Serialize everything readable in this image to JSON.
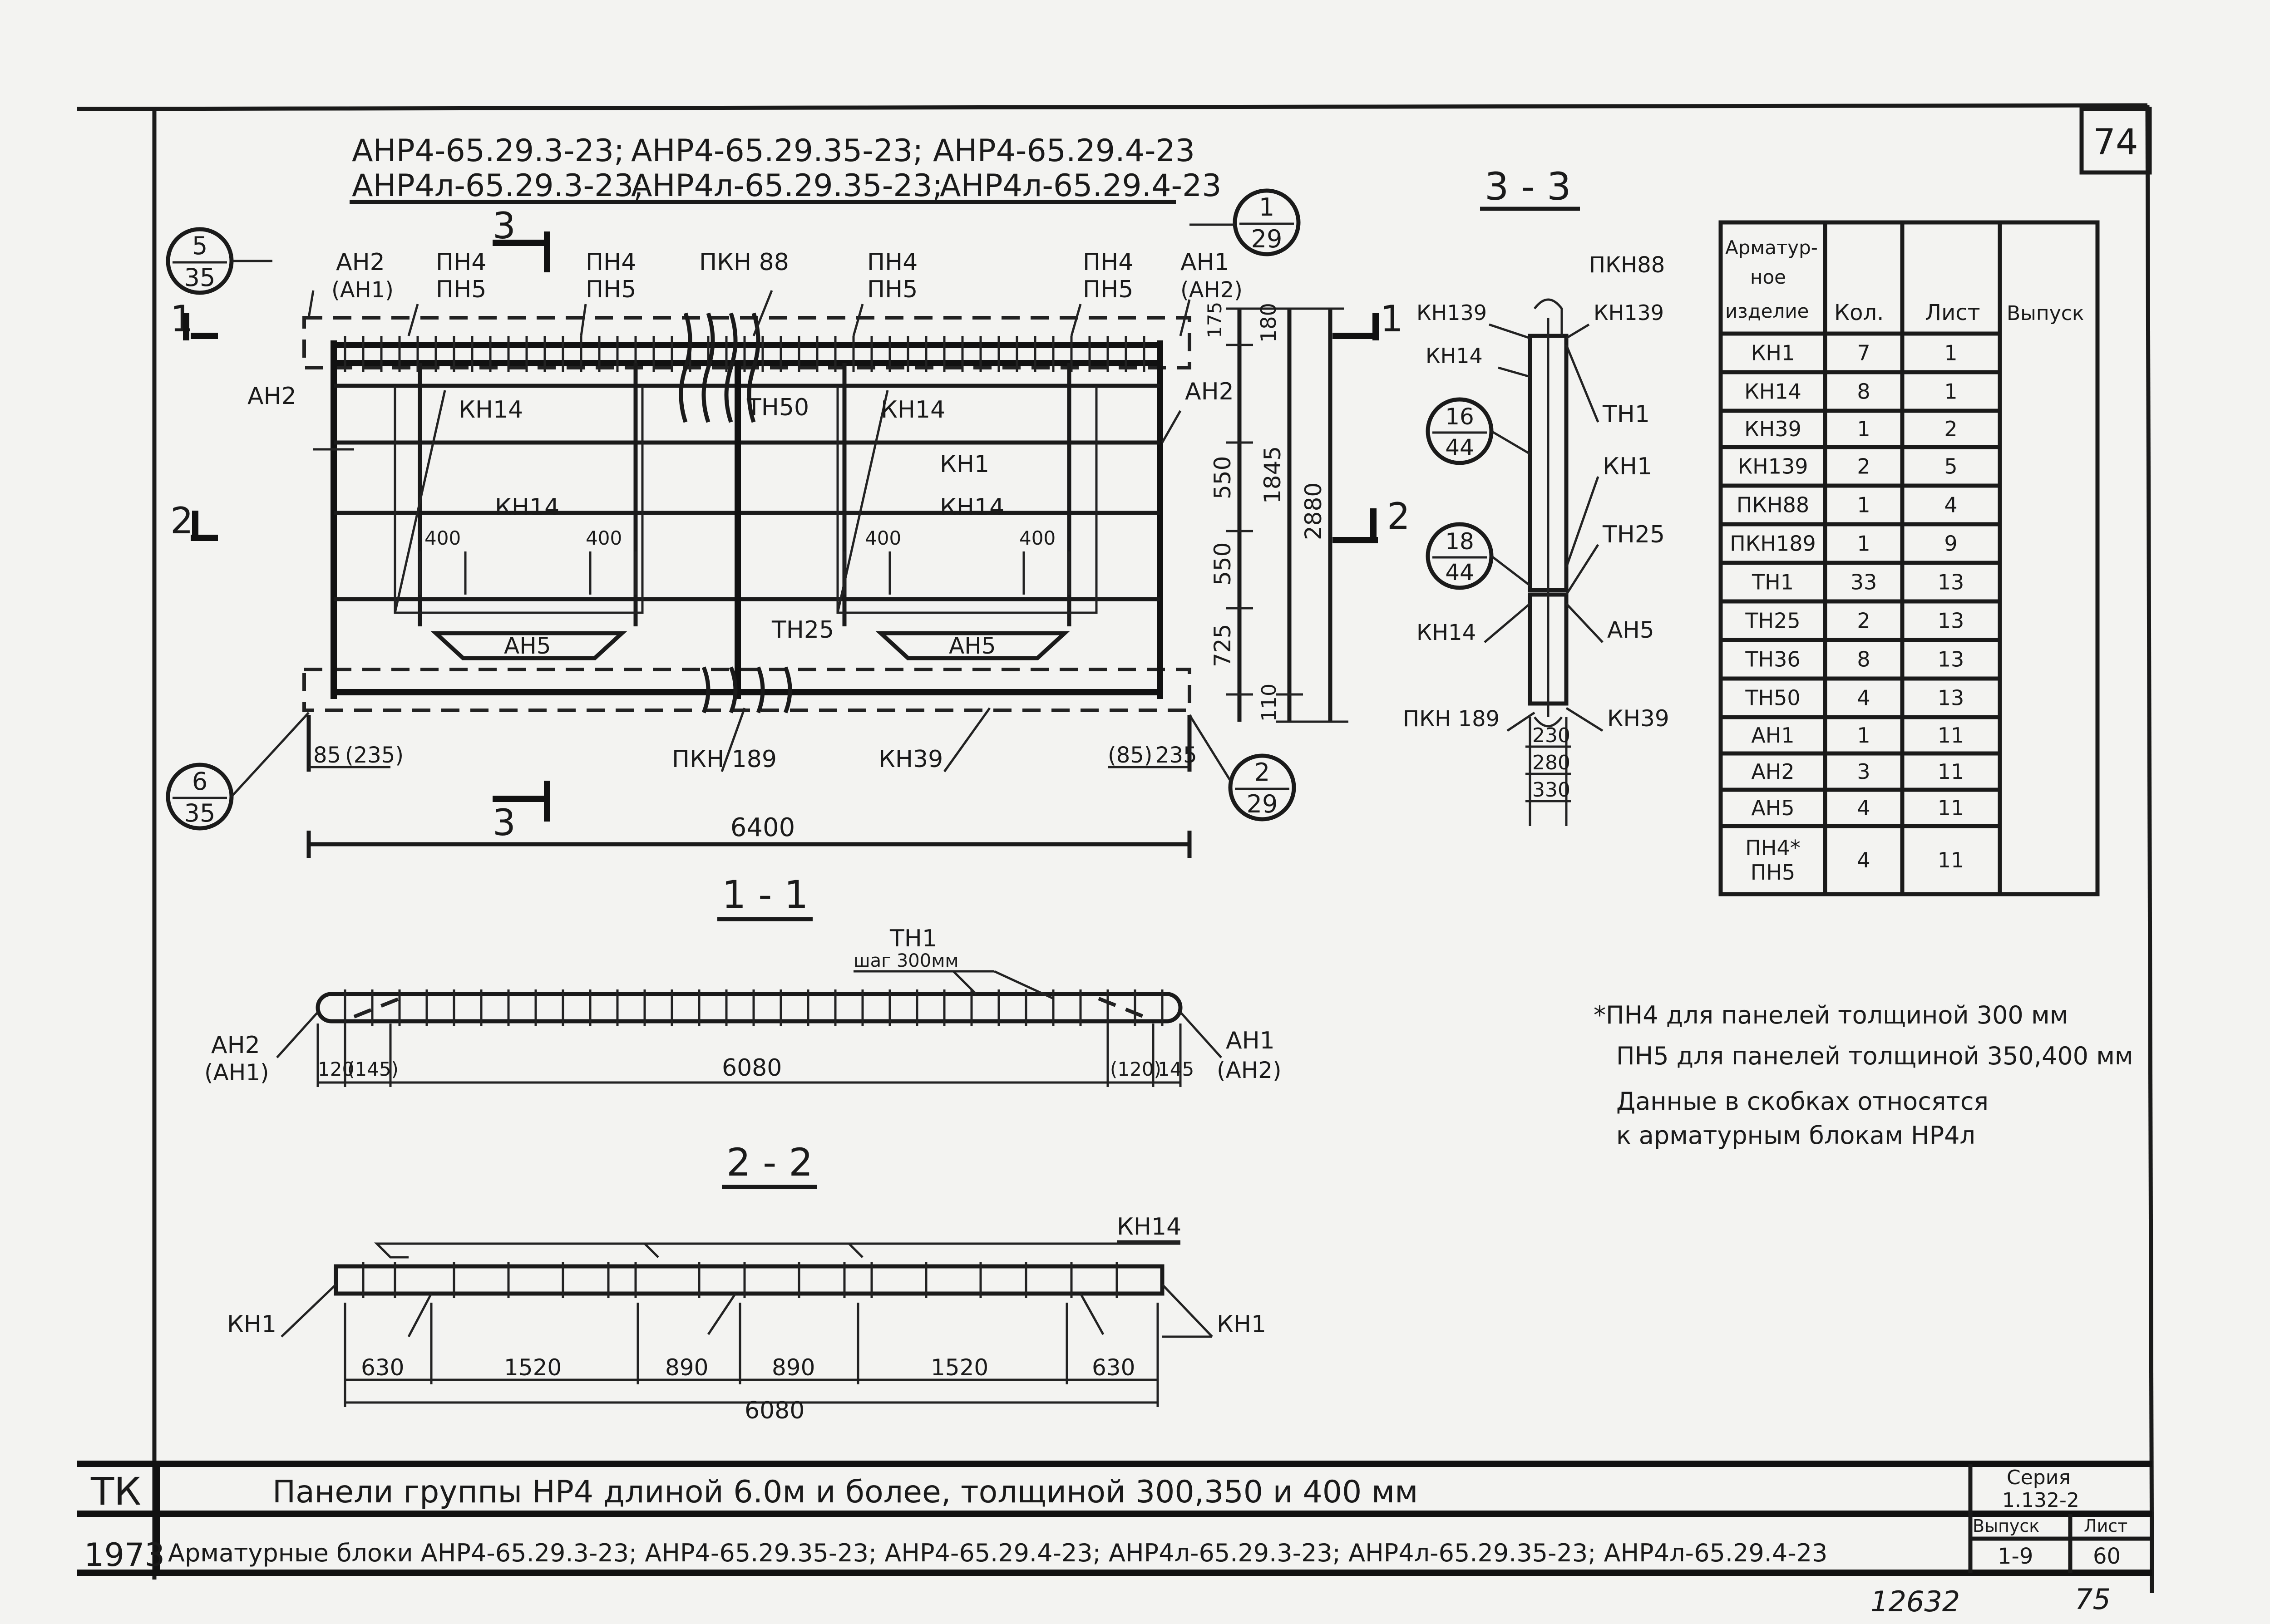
{
  "sheet_number": "74",
  "marks_row1": [
    "АНР4-65.29.3-23;",
    "АНР4-65.29.35-23;",
    "АНР4-65.29.4-23"
  ],
  "marks_row2": [
    "АНР4л-65.29.3-23;",
    "АНР4л-65.29.35-23;",
    "АНР4л-65.29.4-23"
  ],
  "section_titles": {
    "s33": "3 - 3",
    "s11": "1 - 1",
    "s22": "2 - 2"
  },
  "cut_marks": {
    "c1": "1",
    "c2": "2",
    "c3": "3"
  },
  "callouts": [
    {
      "top": "5",
      "bottom": "35"
    },
    {
      "top": "6",
      "bottom": "35"
    },
    {
      "top": "1",
      "bottom": "29"
    },
    {
      "top": "2",
      "bottom": "29"
    },
    {
      "top": "16",
      "bottom": "44"
    },
    {
      "top": "18",
      "bottom": "44"
    }
  ],
  "elev_labels": {
    "an2_an1": "АН2",
    "an1_sub": "(АН1)",
    "pn4": "ПН4",
    "pn5": "ПН5",
    "pkn88": "ПКН 88",
    "an1": "АН1",
    "an2_sub": "(АН2)",
    "an2": "АН2",
    "kn14": "КН14",
    "th50": "ТН50",
    "kn1": "КН1",
    "an5": "АН5",
    "th25": "ТН25",
    "pkn189": "ПКН 189",
    "kn39": "КН39",
    "d400": "400"
  },
  "elev_dims": {
    "left_85": "85",
    "left_235": "(235)",
    "right_85": "(85)",
    "right_235": "235",
    "overall": "6400",
    "v180": "180",
    "v175": "175",
    "v550a": "550",
    "v550b": "550",
    "v725": "725",
    "v110": "110",
    "v1845": "1845",
    "v2880": "2880"
  },
  "s33_labels": {
    "pkn88": "ПКН88",
    "kn139a": "КН139",
    "kn139b": "КН139",
    "kn14a": "КН14",
    "th1": "ТН1",
    "kn1": "КН1",
    "th25": "ТН25",
    "kn14b": "КН14",
    "an5": "АН5",
    "pkn189": "ПКН 189",
    "kn39": "КН39",
    "w230": "230",
    "w280": "280",
    "w330": "330"
  },
  "s11_labels": {
    "th1": "ТН1",
    "step": "шаг 300мм",
    "an2": "АН2",
    "an1_sub": "(АН1)",
    "d120": "120",
    "d145": "(145)",
    "d6080": "6080",
    "d120b": "(120)",
    "d145b": "145",
    "an1": "АН1",
    "an2_sub": "(АН2)"
  },
  "s22_labels": {
    "kn14": "КН14",
    "kn1_left": "КН1",
    "kn1_right": "КН1",
    "segments": [
      "630",
      "1520",
      "890",
      "890",
      "1520",
      "630"
    ],
    "total": "6080"
  },
  "table": {
    "headers": [
      "Арматур-\nное\nизделие",
      "Кол.",
      "Лист",
      "Выпуск"
    ],
    "rows": [
      [
        "КН1",
        "7",
        "1",
        ""
      ],
      [
        "КН14",
        "8",
        "1",
        ""
      ],
      [
        "КН39",
        "1",
        "2",
        ""
      ],
      [
        "КН139",
        "2",
        "5",
        ""
      ],
      [
        "ПКН88",
        "1",
        "4",
        ""
      ],
      [
        "ПКН189",
        "1",
        "9",
        ""
      ],
      [
        "ТН1",
        "33",
        "13",
        ""
      ],
      [
        "ТН25",
        "2",
        "13",
        ""
      ],
      [
        "ТН36",
        "8",
        "13",
        ""
      ],
      [
        "ТН50",
        "4",
        "13",
        ""
      ],
      [
        "АН1",
        "1",
        "11",
        ""
      ],
      [
        "АН2",
        "3",
        "11",
        ""
      ],
      [
        "АН5",
        "4",
        "11",
        ""
      ],
      [
        "ПН4*\nПН5",
        "4",
        "11",
        ""
      ]
    ]
  },
  "notes": [
    "*ПН4 для панелей толщиной 300 мм",
    "ПН5 для панелей толщиной 350,400 мм",
    "Данные в скобках относятся",
    "к арматурным блокам НР4л"
  ],
  "title_block": {
    "org": "ТК",
    "year": "1973",
    "title1": "Панели группы НР4 длиной 6.0м и более, толщиной 300,350 и 400 мм",
    "title2": "Арматурные блоки АНР4-65.29.3-23; АНР4-65.29.35-23; АНР4-65.29.4-23; АНР4л-65.29.3-23; АНР4л-65.29.35-23; АНР4л-65.29.4-23",
    "series_label": "Серия",
    "series_value": "1.132-2",
    "issue_label": "Выпуск",
    "issue_value": "1-9",
    "sheet_label": "Лист",
    "sheet_value": "60"
  },
  "footer": {
    "inventory": "12632",
    "page": "75"
  }
}
